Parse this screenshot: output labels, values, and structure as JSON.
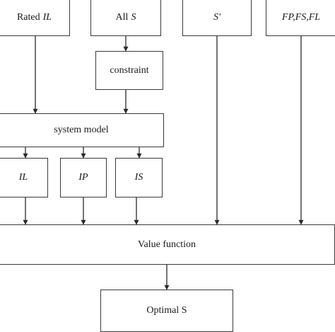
{
  "diagram": {
    "nodes": {
      "rated_il": {
        "prefix": "Rated",
        "var": "IL"
      },
      "all_s": {
        "prefix": "All",
        "var": "S"
      },
      "s_prime": {
        "label": "S'"
      },
      "fp_fs_fl": {
        "label": "FP,FS,FL"
      },
      "constraint": {
        "label": "constraint"
      },
      "system_model": {
        "label": "system model"
      },
      "il": {
        "label": "IL"
      },
      "ip": {
        "label": "IP"
      },
      "is": {
        "label": "IS"
      },
      "value_function": {
        "label": "Value function"
      },
      "optimal_s": {
        "label": "Optimal S"
      }
    },
    "edges": [
      {
        "from": "Rated IL",
        "to": "system model"
      },
      {
        "from": "All S",
        "to": "constraint"
      },
      {
        "from": "constraint",
        "to": "system model"
      },
      {
        "from": "system model",
        "to": "IL"
      },
      {
        "from": "system model",
        "to": "IP"
      },
      {
        "from": "system model",
        "to": "IS"
      },
      {
        "from": "IL",
        "to": "Value function"
      },
      {
        "from": "IP",
        "to": "Value function"
      },
      {
        "from": "IS",
        "to": "Value function"
      },
      {
        "from": "S'",
        "to": "Value function"
      },
      {
        "from": "FP,FS,FL",
        "to": "Value function"
      },
      {
        "from": "Value function",
        "to": "Optimal S"
      }
    ]
  }
}
